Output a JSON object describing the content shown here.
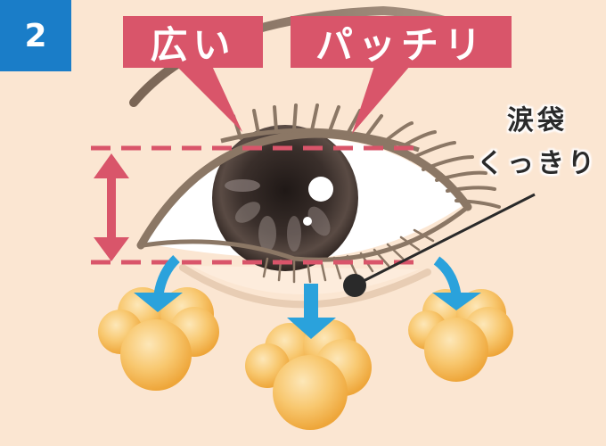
{
  "badge": {
    "number": "2",
    "color": "#1a7dc8"
  },
  "callouts": [
    {
      "id": "wide",
      "label": "広い",
      "color": "#d9556a"
    },
    {
      "id": "pacchiri",
      "label": "パッチリ",
      "color": "#d9556a"
    }
  ],
  "side_label": {
    "line1": "涙袋",
    "line2": "くっきり",
    "text_color": "#2a2a2a"
  },
  "colors": {
    "background": "#fbe6d2",
    "measure_lines": "#d9556a",
    "arrows": "#2aa2dc",
    "fat_pads": "#f5b240",
    "eyelid_brown": "#8b7765",
    "iris": "#3a2f2b",
    "pointer": "#2a2a2a"
  },
  "icons": {
    "height_arrow": "double-arrow-vertical",
    "fat_arrows": [
      "arrow-curved-down-left",
      "arrow-straight-down",
      "arrow-curved-down-right"
    ],
    "fat_pads": [
      "fat-cluster-left",
      "fat-cluster-center",
      "fat-cluster-right"
    ]
  }
}
